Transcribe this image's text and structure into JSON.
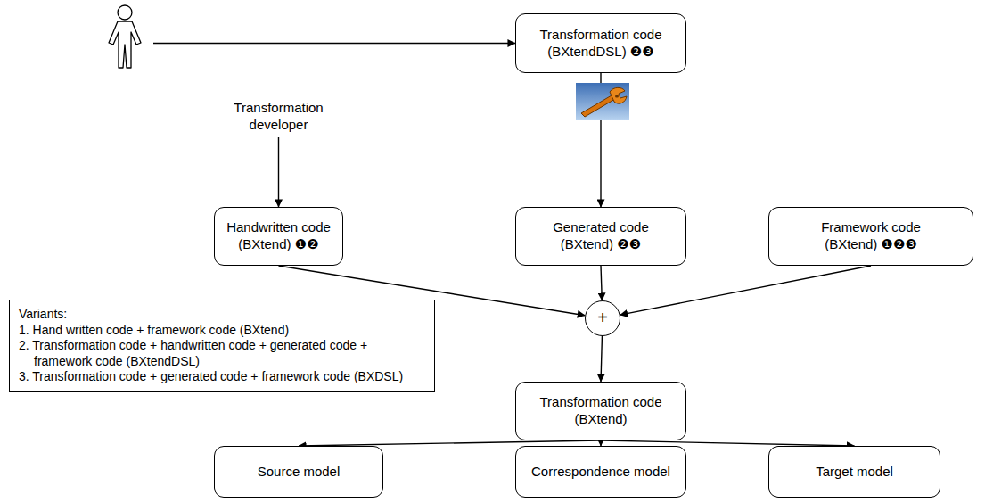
{
  "diagram": {
    "nodes": [
      {
        "text": [
          "Transformation developer"
        ]
      },
      {
        "text": [
          "Transformation code (BXtendDSL) ❷❸"
        ]
      },
      {
        "text": [
          "Handwritten code (BXtend) ❶❷"
        ]
      },
      {
        "text": [
          "Generated code (BXtend) ❷❸"
        ]
      },
      {
        "text": [
          "Framework code (BXtend) ❶❷❸"
        ]
      },
      {
        "text": [
          "Variants:",
          "1. Hand written code + framework code (BXtend)",
          "2. Transformation code + handwritten code + generated code + framework code (BXtendDSL)",
          "3. Transformation code + generated code + framework code (BXDSL)"
        ]
      },
      {
        "text": [
          "+"
        ]
      },
      {
        "text": [
          "Transformation code (BXtend)"
        ]
      },
      {
        "text": [
          "Source model"
        ]
      },
      {
        "text": [
          "Correspondence model"
        ]
      },
      {
        "text": [
          "Target model"
        ]
      }
    ],
    "edges": [
      {
        "from": 0,
        "to": 1,
        "arrow": "to"
      },
      {
        "from": 0,
        "to": 2,
        "arrow": "to"
      },
      {
        "from": 1,
        "to": 3,
        "arrow": "to"
      },
      {
        "from": 2,
        "to": 6,
        "arrow": "to"
      },
      {
        "from": 3,
        "to": 6,
        "arrow": "to"
      },
      {
        "from": 4,
        "to": 6,
        "arrow": "to"
      },
      {
        "from": 6,
        "to": 7,
        "arrow": "to"
      },
      {
        "from": 7,
        "to": 8,
        "arrow": "to"
      },
      {
        "from": 7,
        "to": 9,
        "arrow": "to"
      },
      {
        "from": 7,
        "to": 10,
        "arrow": "to"
      }
    ]
  }
}
